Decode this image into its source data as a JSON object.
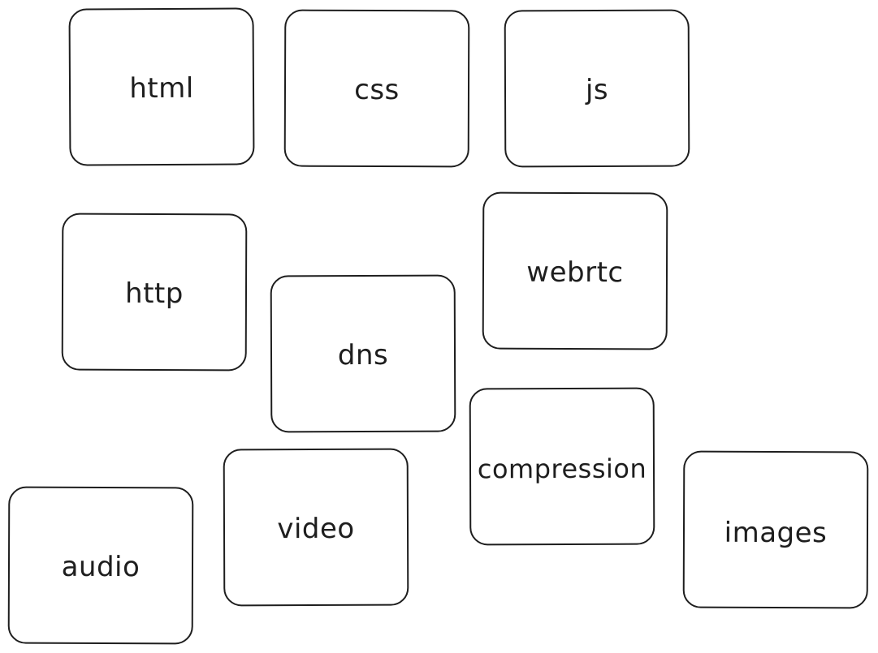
{
  "canvas": {
    "background": "#ffffff",
    "stroke_color": "#1e1e1e"
  },
  "cards": {
    "html": "html",
    "css": "css",
    "js": "js",
    "http": "http",
    "dns": "dns",
    "webrtc": "webrtc",
    "compression": "compression",
    "images": "images",
    "video": "video",
    "audio": "audio"
  }
}
